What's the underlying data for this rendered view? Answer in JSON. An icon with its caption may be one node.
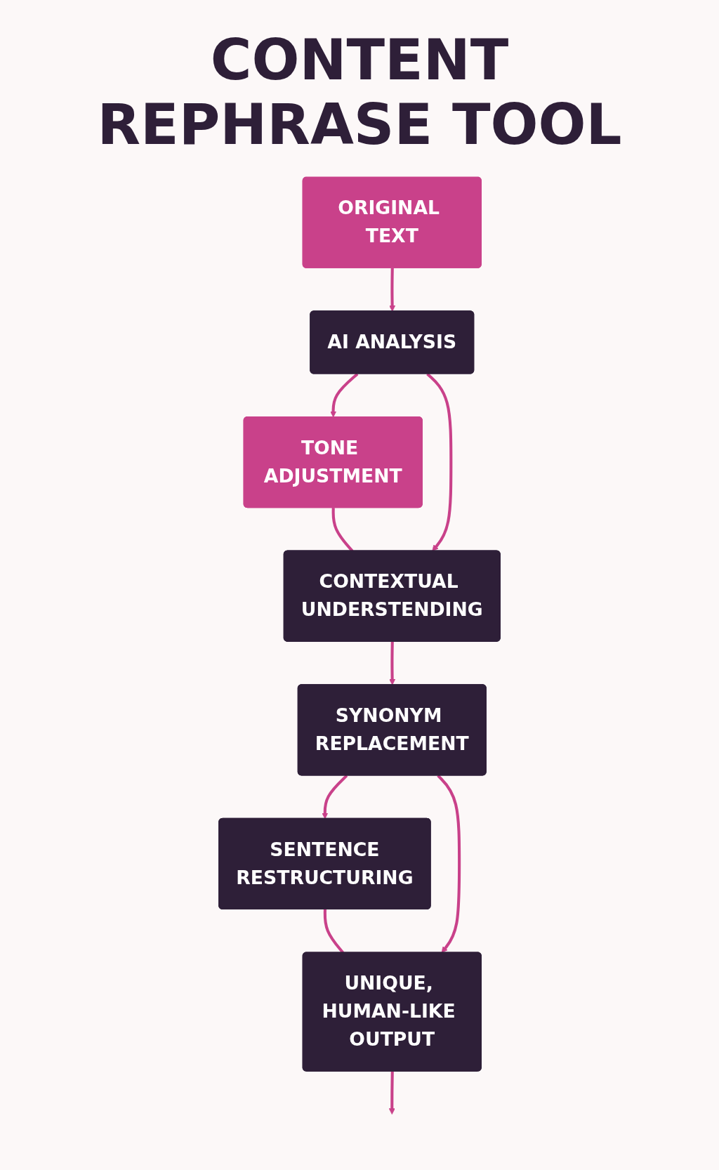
{
  "diagram": {
    "title": "CONTENT REPHRASE TOOL",
    "nodes": [
      {
        "text": [
          "ORIGINAL TEXT"
        ]
      },
      {
        "text": [
          "AI ANALYSIS"
        ]
      },
      {
        "text": [
          "TONE ADJUSTMENT"
        ]
      },
      {
        "text": [
          "CONTEXTUAL UNDERSTENDING"
        ]
      },
      {
        "text": [
          "SYNONYM REPLACEMENT"
        ]
      },
      {
        "text": [
          "SENTENCE",
          "RESTRUCTURING"
        ]
      },
      {
        "text": [
          "UNIQUE, HUMAN-LIKE OUTPUT"
        ]
      }
    ],
    "edges": [
      {
        "from": 0,
        "to": 1,
        "arrow": "to"
      },
      {
        "from": 1,
        "to": 2,
        "arrow": "to"
      },
      {
        "from": 2,
        "to": 3,
        "arrow": "none"
      },
      {
        "from": 1,
        "to": 3,
        "arrow": "to"
      },
      {
        "from": 3,
        "to": 4,
        "arrow": "to"
      },
      {
        "from": 4,
        "to": 5,
        "arrow": "to"
      },
      {
        "from": 5,
        "to": 6,
        "arrow": "none"
      },
      {
        "from": 4,
        "to": 6,
        "arrow": "to"
      },
      {
        "from": 6,
        "to": null,
        "arrow": "to"
      }
    ]
  }
}
